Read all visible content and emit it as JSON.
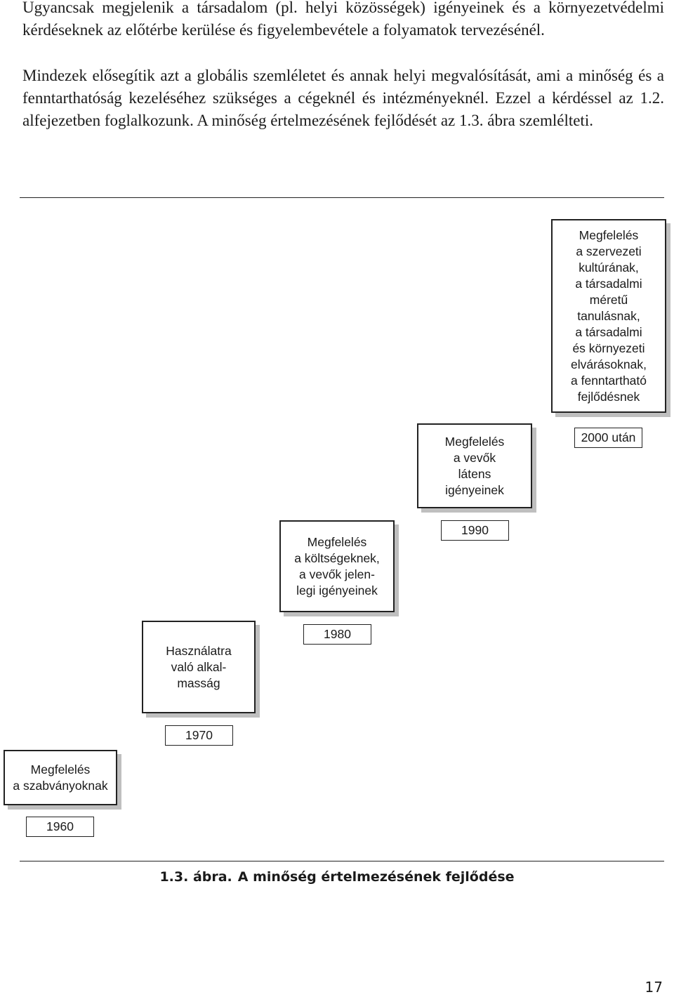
{
  "text": {
    "paragraph_1": "Ugyancsak megjelenik a társadalom (pl. helyi közösségek) igényeinek és a környezetvédelmi kérdéseknek az előtérbe kerülése és figyelembevétele a folyamatok tervezésénél.",
    "paragraph_2": "Mindezek elősegítik azt a globális szemléletet és annak helyi megvalósítását, ami a minőség és a fenntarthatóság kezeléséhez szükséges a cégeknél és intézményeknél. Ezzel a kérdéssel az 1.2. alfejezetben foglalkozunk. A minőség értelmezésének fejlődését az 1.3. ábra szemlélteti."
  },
  "figure": {
    "steps": [
      {
        "year": "1960",
        "label": "Megfelelés\na szabványoknak"
      },
      {
        "year": "1970",
        "label": "Használatra\nvaló alkal-\nmasság"
      },
      {
        "year": "1980",
        "label": "Megfelelés\na költségeknek,\na vevők jelen-\nlegi igényeinek"
      },
      {
        "year": "1990",
        "label": "Megfelelés\na vevők\nlátens\nigényeinek"
      },
      {
        "year": "2000 után",
        "label": "Megfelelés\na szervezeti\nkultúrának,\na társadalmi\nméretű\ntanulásnak,\na társadalmi\nés környezeti\nelvárásoknak,\na fenntartható\nfejlődésnek"
      }
    ],
    "caption_label": "1.3. ábra.",
    "caption_title": "A minőség értelmezésének fejlődése"
  },
  "page_number": "17"
}
